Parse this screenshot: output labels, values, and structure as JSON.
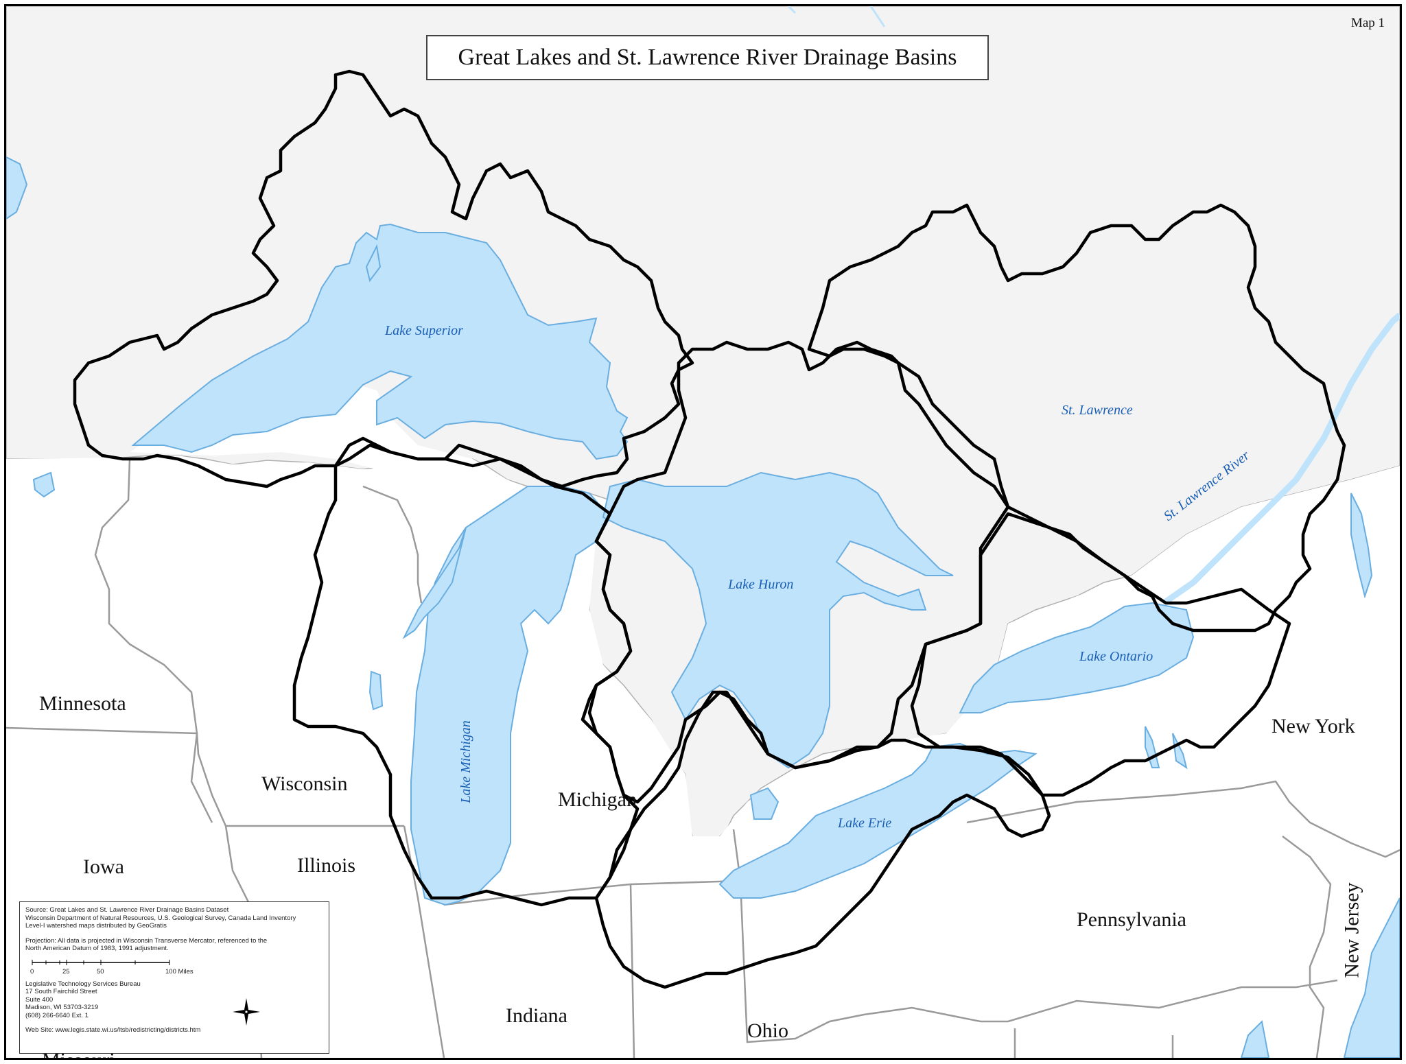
{
  "title": "Great Lakes and  St. Lawrence River Drainage Basins",
  "map_number": "Map 1",
  "states": {
    "minnesota": "Minnesota",
    "wisconsin": "Wisconsin",
    "iowa": "Iowa",
    "illinois": "Illinois",
    "michigan": "Michigan",
    "indiana": "Indiana",
    "ohio": "Ohio",
    "pennsylvania": "Pennsylvania",
    "new_york": "New York",
    "new_jersey": "New Jersey",
    "missouri": "Missouri"
  },
  "water_labels": {
    "lake_superior": "Lake Superior",
    "lake_michigan": "Lake Michigan",
    "lake_huron": "Lake Huron",
    "lake_erie": "Lake Erie",
    "lake_ontario": "Lake Ontario",
    "st_lawrence": "St. Lawrence",
    "st_lawrence_river": "St. Lawrence River"
  },
  "legend": {
    "source_line1": "Source: Great Lakes and St. Lawrence River Drainage Basins Dataset",
    "source_line2": "Wisconsin Department of Natural Resources, U.S. Geological Survey,  Canada Land Inventory",
    "source_line3": "Level-I watershed maps distributed by GeoGratis",
    "projection_line1": "Projection: All data is projected in Wisconsin Transverse Mercator, referenced to the",
    "projection_line2": "North American Datum of 1983, 1991 adjustment.",
    "scale_ticks": [
      "0",
      "25",
      "50",
      "100 Miles"
    ],
    "org_line1": "Legislative Technology Services Bureau",
    "org_line2": "17 South Fairchild Street",
    "org_line3": "Suite 400",
    "org_line4": "Madison, WI  53703-3219",
    "org_line5": "(608) 266-6640 Ext. 1",
    "website": "Web Site: www.legis.state.wi.us/ltsb/redistricting/districts.htm"
  },
  "colors": {
    "water": "#bfe3fb",
    "water_outline": "#6aaee0",
    "canada": "#f3f3f3",
    "basin_outline": "#000000",
    "state_border": "#9a9a9a",
    "lake_label": "#1a5fb4"
  }
}
